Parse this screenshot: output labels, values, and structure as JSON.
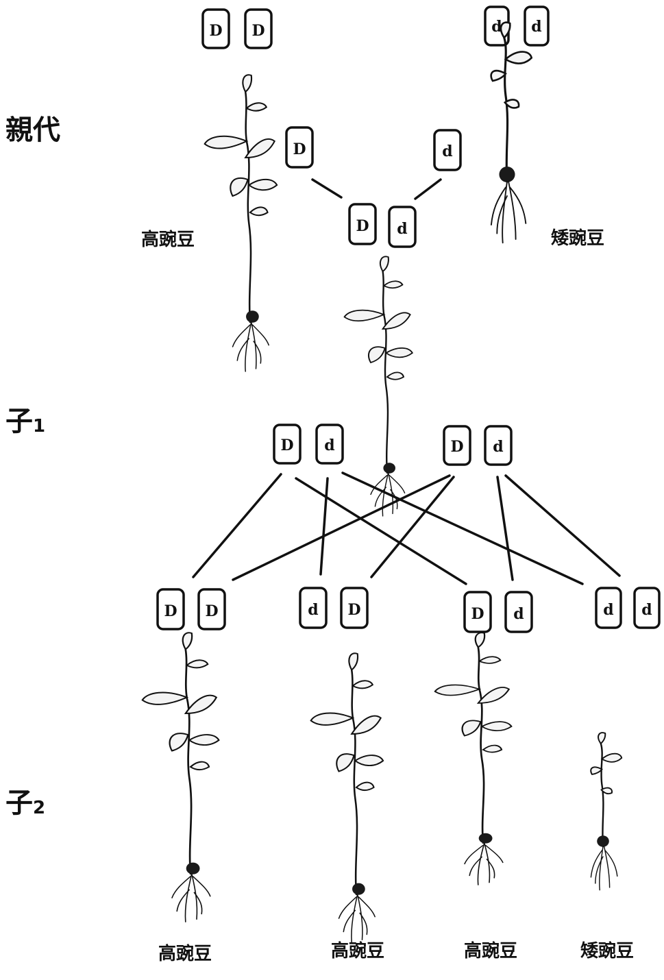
{
  "generations": {
    "parent": "親代",
    "f1_main": "子",
    "f1_sub": "1",
    "f2_main": "子",
    "f2_sub": "2"
  },
  "parents": {
    "tall": {
      "genotype": [
        "D",
        "D"
      ],
      "label": "高豌豆"
    },
    "dwarf": {
      "genotype": [
        "d",
        "d"
      ],
      "label": "矮豌豆"
    },
    "gametes": [
      "D",
      "d"
    ]
  },
  "f1": {
    "genotype": [
      "D",
      "d"
    ],
    "gamete_pairs": [
      [
        "D",
        "d"
      ],
      [
        "D",
        "d"
      ]
    ]
  },
  "f2": [
    {
      "genotype": [
        "D",
        "D"
      ],
      "label": "高豌豆"
    },
    {
      "genotype": [
        "d",
        "D"
      ],
      "label": "高豌豆"
    },
    {
      "genotype": [
        "D",
        "d"
      ],
      "label": "高豌豆"
    },
    {
      "genotype": [
        "d",
        "d"
      ],
      "label": "矮豌豆"
    }
  ]
}
